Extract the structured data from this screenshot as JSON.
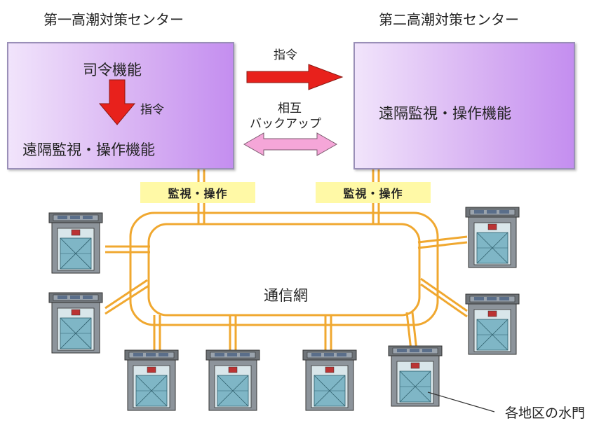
{
  "center1": {
    "title": "第一高潮対策センター",
    "func_top": "司令機能",
    "arrow_label": "指令",
    "func_bottom": "遠隔監視・操作機能"
  },
  "center2": {
    "title": "第二高潮対策センター",
    "func": "遠隔監視・操作機能"
  },
  "links": {
    "command_label": "指令",
    "backup_label_1": "相互",
    "backup_label_2": "バックアップ"
  },
  "tags": {
    "left": "監視・操作",
    "right": "監視・操作"
  },
  "network": {
    "label": "通信網",
    "line_color": "#f0a830"
  },
  "callout": {
    "label": "各地区の水門"
  },
  "colors": {
    "arrow_red": "#e8211c",
    "arrow_pink": "#f5a6d8",
    "tag_yellow": "#fff9a6"
  }
}
